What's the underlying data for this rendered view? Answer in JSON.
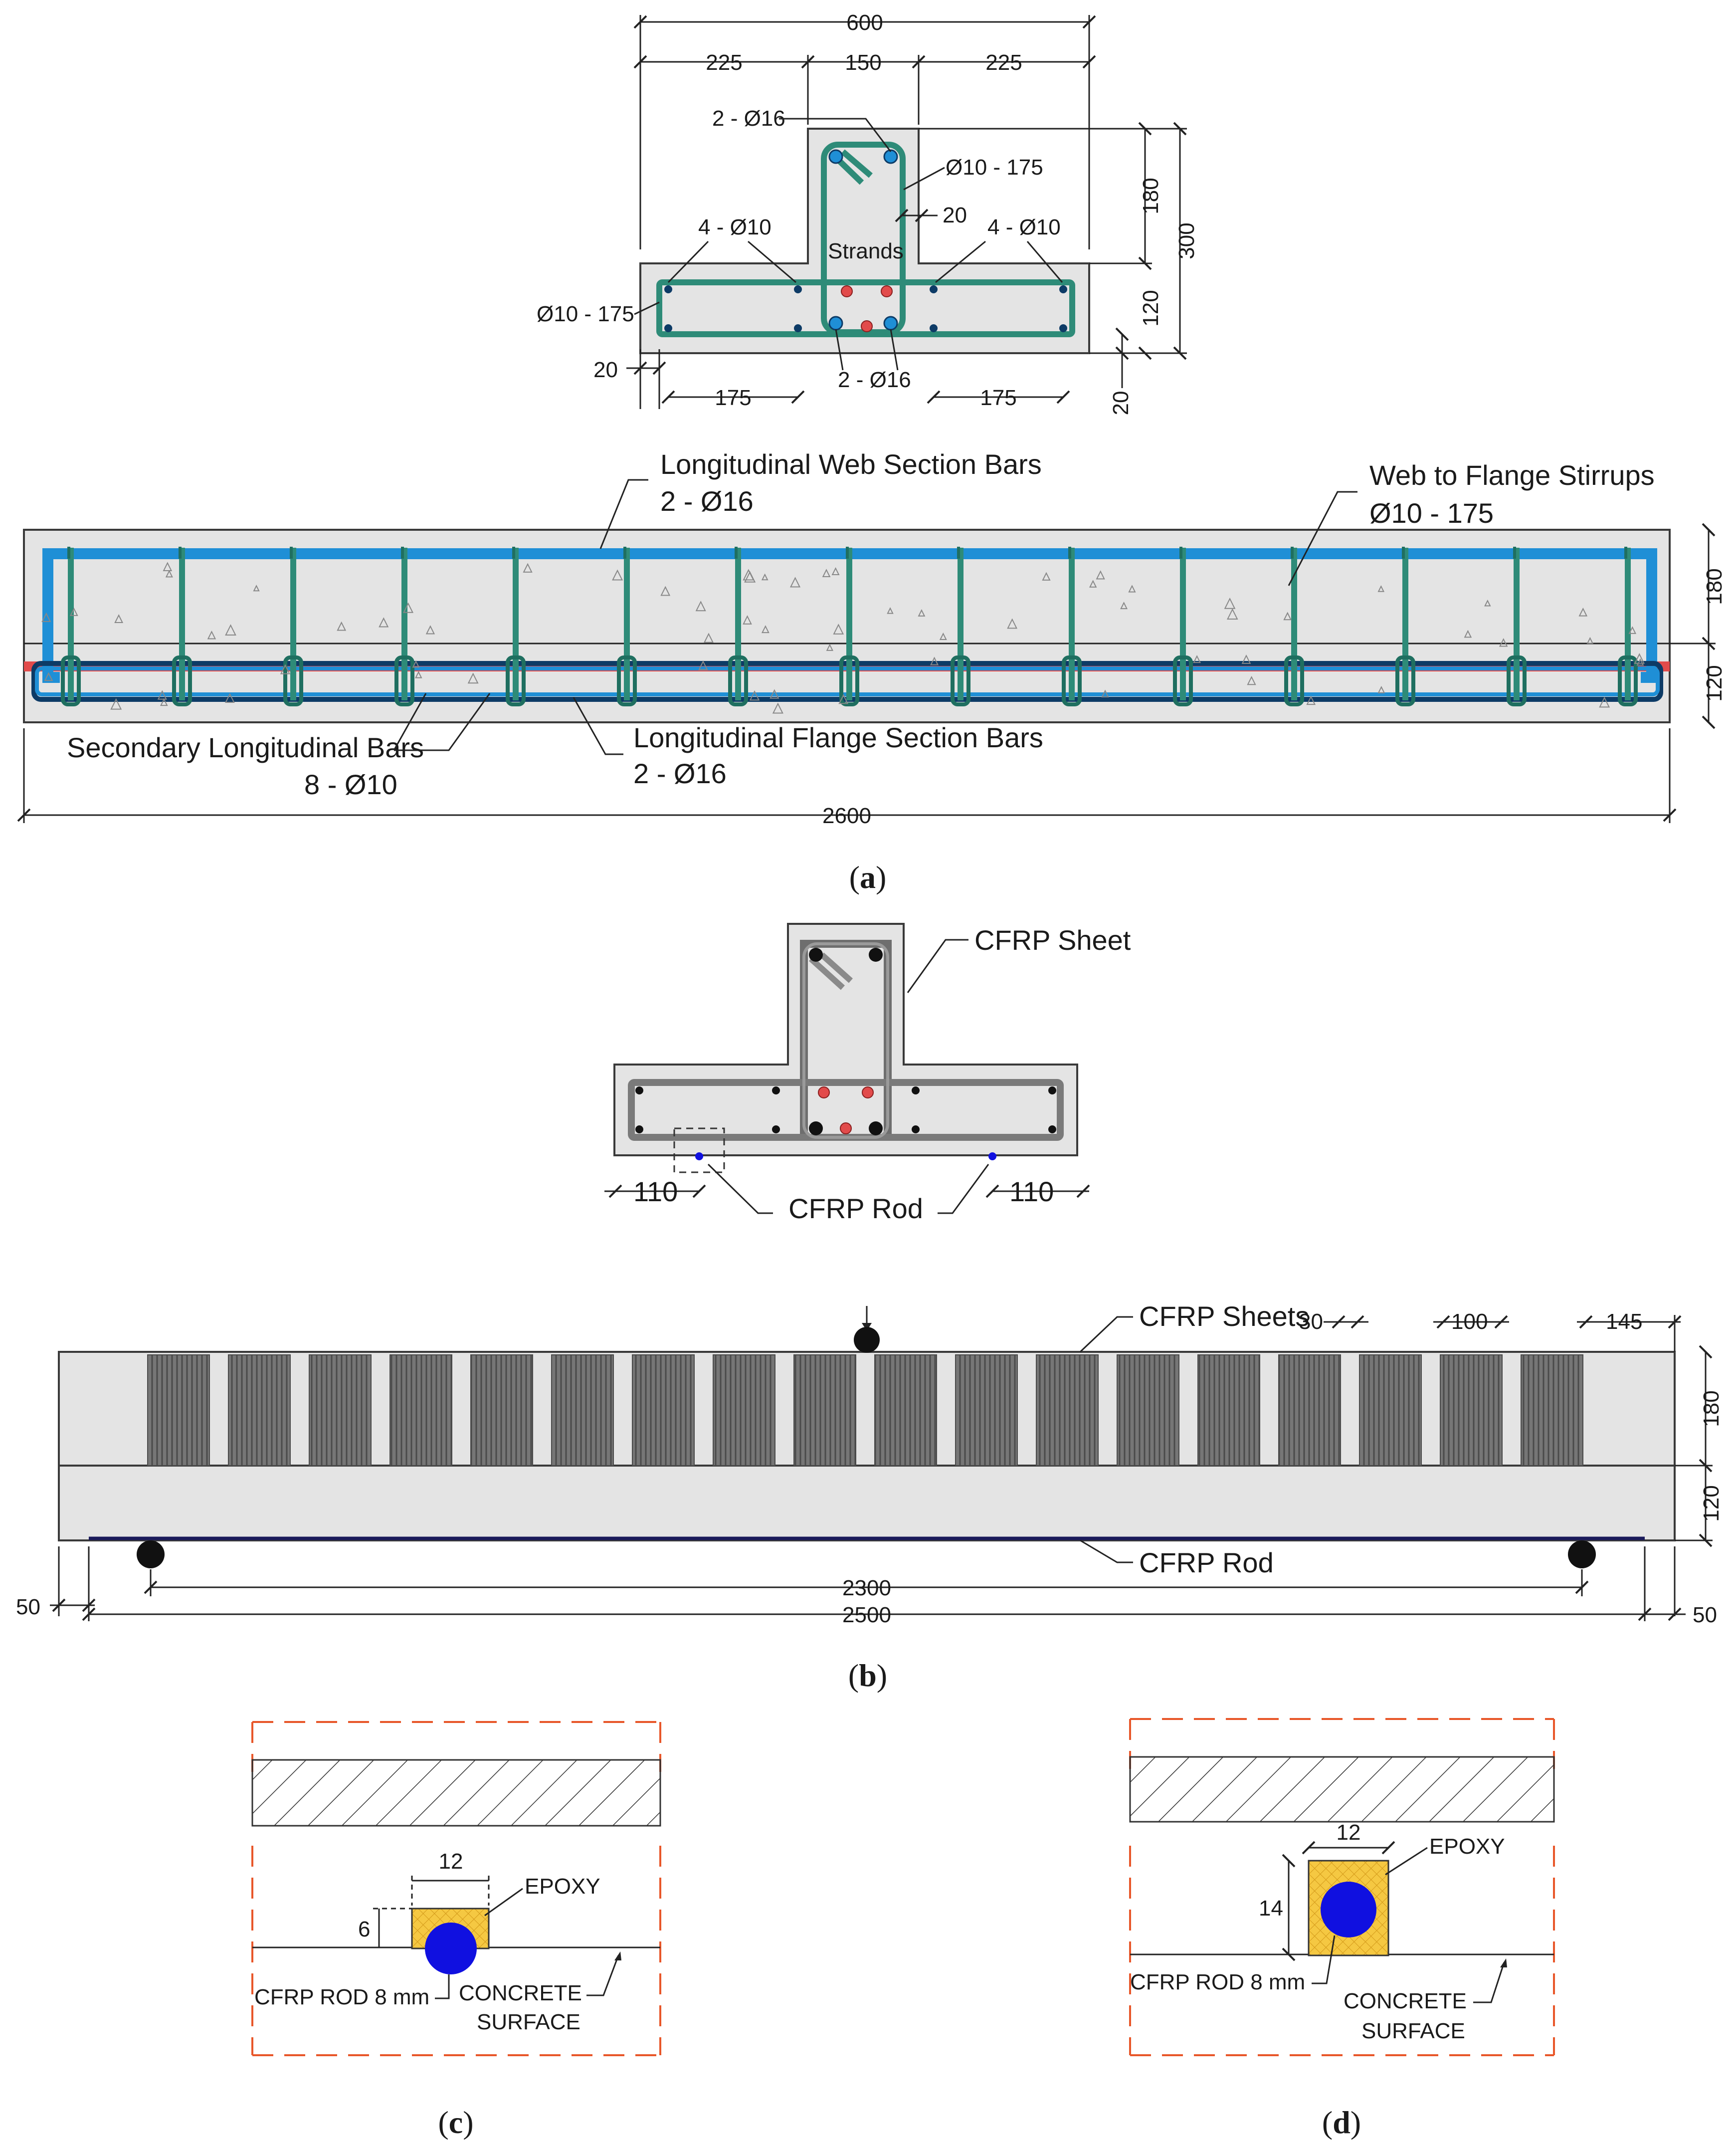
{
  "panel_a": {
    "caption": "a",
    "section": {
      "dim_total_width": "600",
      "dim_left_flange": "225",
      "dim_web": "150",
      "dim_right_flange": "225",
      "label_web_top_bars": "2 - Ø16",
      "label_web_stirrups": "Ø10 - 175",
      "label_cover_web": "20",
      "label_left_flange_bars": "4 - Ø10",
      "label_right_flange_bars": "4 - Ø10",
      "label_strands": "Strands",
      "label_flange_stirrups": "Ø10 - 175",
      "label_bottom_bars": "2 - Ø16",
      "dim_cover_left": "20",
      "dim_bottom_left": "175",
      "dim_bottom_right": "175",
      "dim_web_height": "180",
      "dim_flange_height": "120",
      "dim_total_height": "300",
      "dim_cover_bottom": "20"
    },
    "elevation": {
      "label_web_bars_title": "Longitudinal Web Section Bars",
      "label_web_bars_value": "2 - Ø16",
      "label_stirrups_title": "Web to Flange Stirrups",
      "label_stirrups_value": "Ø10 - 175",
      "label_secondary_title": "Secondary Longitudinal Bars",
      "label_secondary_value": "8 - Ø10",
      "label_flange_bars_title": "Longitudinal Flange Section Bars",
      "label_flange_bars_value": "2 - Ø16",
      "dim_length": "2600",
      "dim_web_height": "180",
      "dim_flange_height": "120"
    }
  },
  "panel_b": {
    "caption": "b",
    "section": {
      "label_sheet": "CFRP Sheet",
      "label_rod": "CFRP Rod",
      "dim_rod_left": "110",
      "dim_rod_right": "110"
    },
    "elevation": {
      "label_sheets": "CFRP Sheets",
      "dim_gap": "30",
      "dim_sheet_width": "100",
      "dim_end": "145",
      "dim_web_height": "180",
      "dim_flange_height": "120",
      "label_rod": "CFRP Rod",
      "dim_span": "2300",
      "dim_length": "2500",
      "dim_overhang_left": "50",
      "dim_overhang_right": "50"
    }
  },
  "panel_c": {
    "caption": "c",
    "dim_width": "12",
    "dim_depth": "6",
    "label_epoxy": "EPOXY",
    "label_rod": "CFRP ROD 8 mm",
    "label_surface_1": "CONCRETE",
    "label_surface_2": "SURFACE"
  },
  "panel_d": {
    "caption": "d",
    "dim_width": "12",
    "dim_depth": "14",
    "label_epoxy": "EPOXY",
    "label_rod": "CFRP ROD 8 mm",
    "label_surface_1": "CONCRETE",
    "label_surface_2": "SURFACE"
  },
  "colors": {
    "concrete": "#e4e4e4",
    "stirrup": "#2e8b78",
    "longitudinal_bar": "#1f8fd6",
    "strand": "#e24b4b",
    "cfrp_rod": "#1010e0",
    "epoxy": "#f5c842",
    "cfrp_sheet": "#6e6e6e",
    "detail_frame": "#e8572a"
  }
}
